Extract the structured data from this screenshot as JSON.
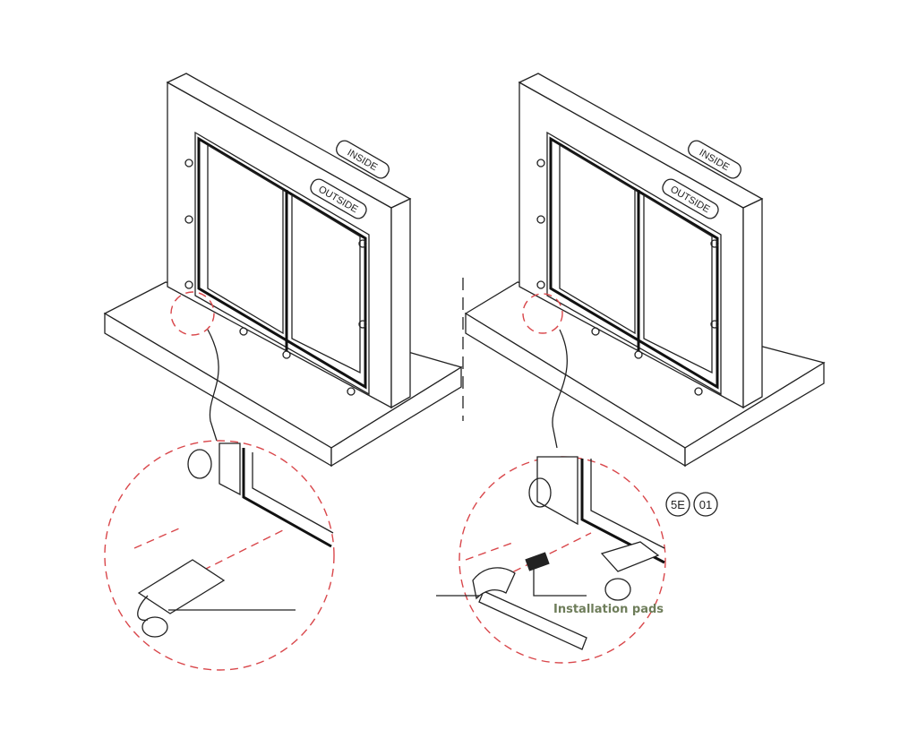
{
  "left_view": {
    "inside_label": "INSIDE",
    "outside_label": "OUTSIDE"
  },
  "right_view": {
    "inside_label": "INSIDE",
    "outside_label": "OUTSIDE"
  },
  "callout": {
    "label": "Installation pads"
  },
  "badges": {
    "code": "5E",
    "number": "01"
  },
  "colors": {
    "detail_circle": "#d9474b",
    "callout_text": "#6e7d5a",
    "line": "#222222"
  }
}
